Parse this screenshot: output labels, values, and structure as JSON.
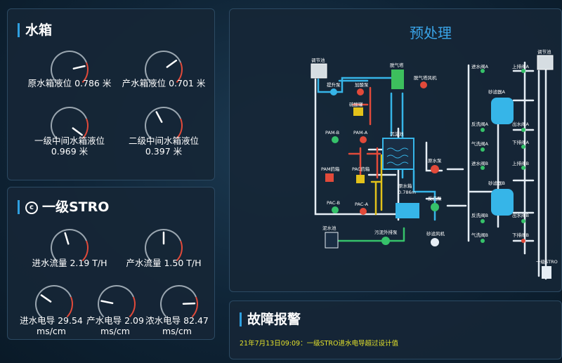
{
  "water_tank": {
    "title": "水箱",
    "gauges": [
      {
        "label": "原水箱液位 0.786 米",
        "value": 0.786,
        "max": 1
      },
      {
        "label": "产水箱液位 0.701 米",
        "value": 0.701,
        "max": 1
      },
      {
        "label_line1": "一级中间水箱液位",
        "label_line2": "0.969 米",
        "value": 0.969,
        "max": 1
      },
      {
        "label_line1": "二级中间水箱液位",
        "label_line2": "0.397 米",
        "value": 0.397,
        "max": 1
      }
    ]
  },
  "stro": {
    "title": "一级STRO",
    "gauges": [
      {
        "label": "进水流量 2.19 T/H",
        "value": 2.19,
        "max": 5
      },
      {
        "label": "产水流量 1.50 T/H",
        "value": 1.5,
        "max": 3
      },
      {
        "label_line1": "进水电导 29.54",
        "label_line2": "ms/cm",
        "value": 29.54,
        "max": 100
      },
      {
        "label_line1": "产水电导 2.09",
        "label_line2": "ms/cm",
        "value": 2.09,
        "max": 10
      },
      {
        "label_line1": "浓水电导 82.47",
        "label_line2": "ms/cm",
        "value": 82.47,
        "max": 100
      }
    ]
  },
  "pretreatment": {
    "title": "预处理",
    "labels": {
      "tank_left": "调节池",
      "tank_right": "调节池",
      "lift_pump": "提升泵",
      "dose_pump": "加酸泵",
      "acid_tank": "硫酸罐",
      "degas_tower": "脱气塔",
      "degas_fan": "脱气塔风机",
      "pam_b": "PAM-B",
      "pam_a": "PAM-A",
      "pam_tank": "PAM药箱",
      "pac_tank": "PAC药箱",
      "pac_b": "PAC-B",
      "pac_a": "PAC-A",
      "settle_tank": "沉淀池",
      "raw_tank": "原水箱",
      "raw_level": "0.786m",
      "feed_pump": "原水泵",
      "backwash_pump": "反洗泵",
      "sludge_tank": "泥水池",
      "sludge_pump": "污泥外排泵",
      "filter_a": "砂滤器A",
      "filter_b": "砂滤器B",
      "in_valve_a": "进水阀A",
      "top_valve_a": "上排阀A",
      "bw_valve_a": "反洗阀A",
      "out_valve_a": "出水阀A",
      "air_valve_a": "气洗阀A",
      "bottom_valve_a": "下排阀A",
      "in_valve_b": "进水阀B",
      "top_valve_b": "上排阀B",
      "bw_valve_b": "反洗阀B",
      "out_valve_b": "出水阀B",
      "air_valve_b": "气洗阀B",
      "bottom_valve_b": "下排阀B",
      "fan": "砂滤风机",
      "stro_out": "一级STRO"
    }
  },
  "alarm": {
    "title": "故障报警",
    "message": "21年7月13日09:09：一级STRO进水电导超过设计值"
  },
  "colors": {
    "accent": "#2fa0e0",
    "alarm": "#e3e12b",
    "gauge_arc": "#e24a3a"
  }
}
